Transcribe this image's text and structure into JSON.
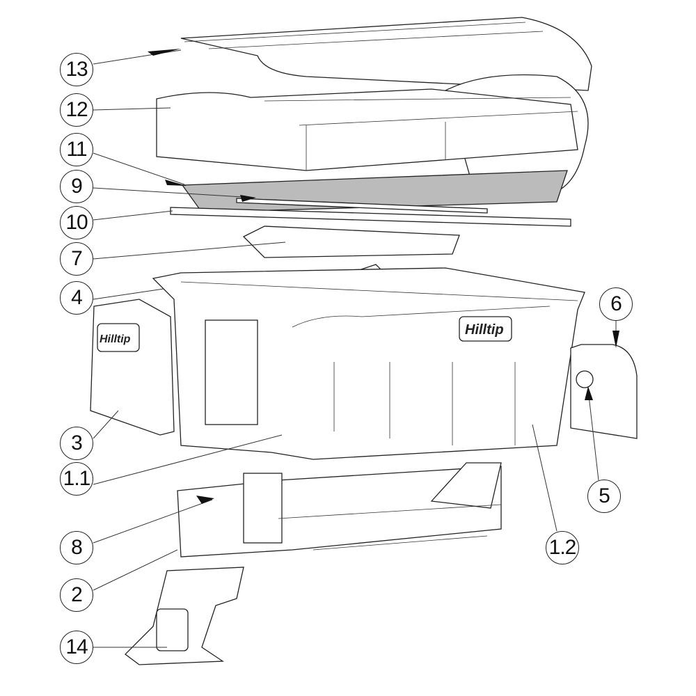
{
  "diagram": {
    "type": "exploded-parts-view",
    "logo_text": "Hilltip",
    "callouts": [
      {
        "id": "c13",
        "label": "13"
      },
      {
        "id": "c12",
        "label": "12"
      },
      {
        "id": "c11",
        "label": "11"
      },
      {
        "id": "c9",
        "label": "9"
      },
      {
        "id": "c10",
        "label": "10"
      },
      {
        "id": "c7",
        "label": "7"
      },
      {
        "id": "c4",
        "label": "4"
      },
      {
        "id": "c3",
        "label": "3"
      },
      {
        "id": "c1_1",
        "label": "1.1"
      },
      {
        "id": "c8",
        "label": "8"
      },
      {
        "id": "c2",
        "label": "2"
      },
      {
        "id": "c14",
        "label": "14"
      },
      {
        "id": "c6",
        "label": "6"
      },
      {
        "id": "c5",
        "label": "5"
      },
      {
        "id": "c1_2",
        "label": "1.2"
      }
    ]
  }
}
